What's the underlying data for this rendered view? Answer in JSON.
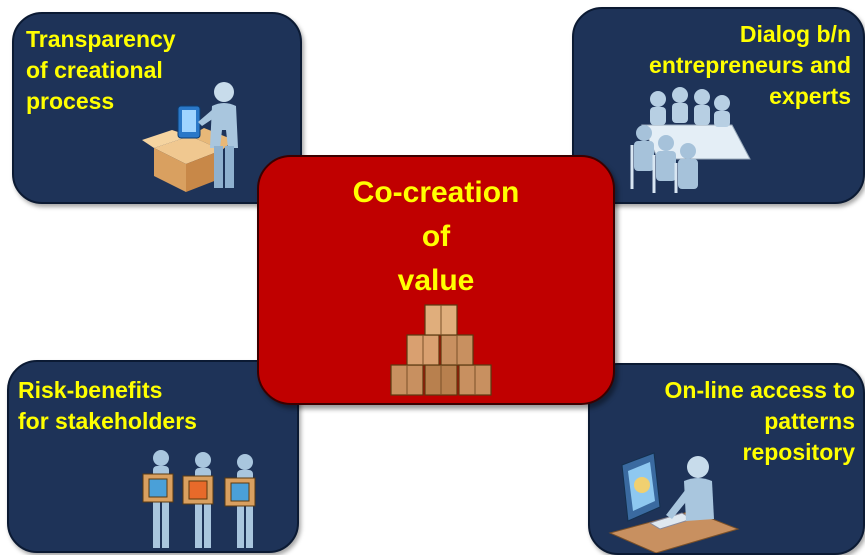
{
  "colors": {
    "card_background": "#1e3358",
    "center_background": "#c00000",
    "text": "#ffff00"
  },
  "center": {
    "title": "Co-creation\nof\nvalue",
    "icon": "stacked-boxes-icon"
  },
  "cards": {
    "top_left": {
      "text": "Transparency\nof creational\nprocess",
      "icon": "person-with-box-icon"
    },
    "top_right": {
      "text": "Dialog b/n\nentrepreneurs and\nexperts",
      "icon": "meeting-table-icon"
    },
    "bottom_left": {
      "text": "Risk-benefits\nfor stakeholders",
      "icon": "people-carrying-boxes-icon"
    },
    "bottom_right": {
      "text": "On-line access to\npatterns\nrepository",
      "icon": "person-at-computer-icon"
    }
  }
}
